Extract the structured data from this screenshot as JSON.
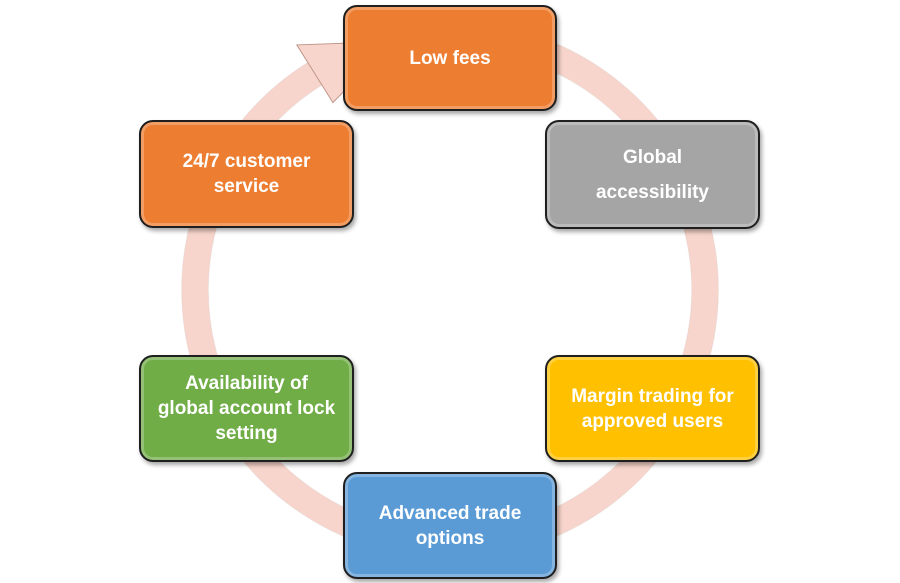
{
  "diagram": {
    "type": "cycle",
    "ring_color": "#f8d5cc",
    "ring_outline": "#c0958a",
    "nodes": [
      {
        "id": "low-fees",
        "lines": [
          "Low fees"
        ],
        "color": "#ed7d31"
      },
      {
        "id": "global-accessibility",
        "lines": [
          "Global",
          "accessibility"
        ],
        "color": "#a5a5a5"
      },
      {
        "id": "margin-trading",
        "lines": [
          "Margin trading for",
          "approved users"
        ],
        "color": "#ffc000"
      },
      {
        "id": "advanced-trade",
        "lines": [
          "Advanced trade",
          "options"
        ],
        "color": "#5b9bd5"
      },
      {
        "id": "global-account-lock",
        "lines": [
          "Availability of",
          "global account lock",
          "setting"
        ],
        "color": "#70ad47"
      },
      {
        "id": "customer-service",
        "lines": [
          "24/7 customer",
          "service"
        ],
        "color": "#ed7d31"
      }
    ]
  }
}
